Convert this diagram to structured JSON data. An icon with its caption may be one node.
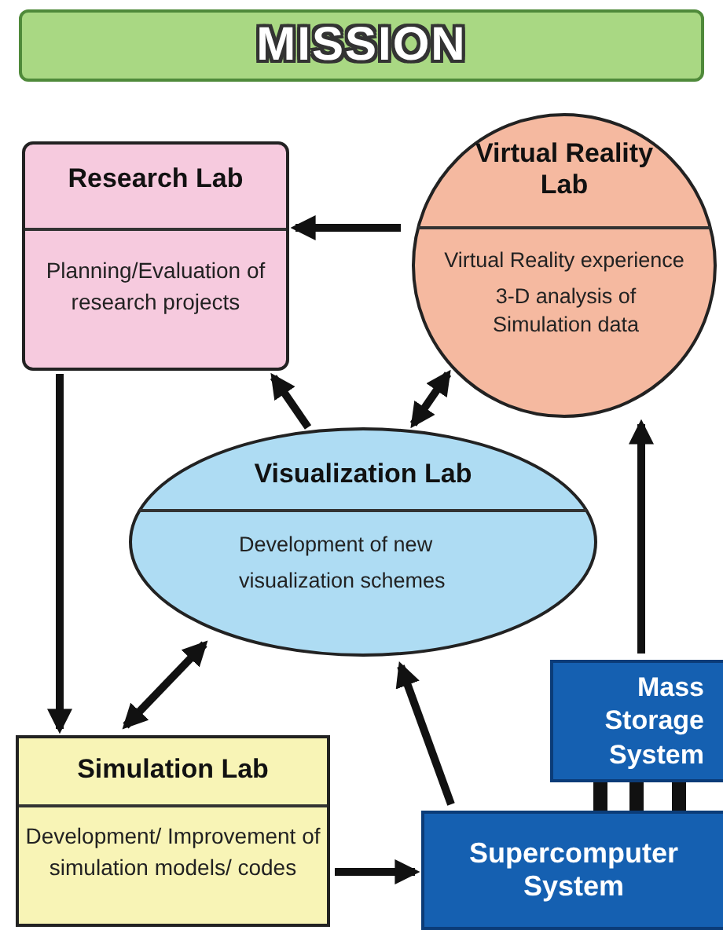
{
  "diagram": {
    "nodes": [
      {
        "text": [
          "MISSION"
        ]
      },
      {
        "text": [
          "Research Lab",
          "Planning/Evaluation of research projects"
        ]
      },
      {
        "text": [
          "Virtual Reality Lab",
          "Virtual Reality experience",
          "3-D analysis of Simulation data"
        ]
      },
      {
        "text": [
          "Visualization Lab",
          "Development of new visualization schemes"
        ]
      },
      {
        "text": [
          "Mass Storage System"
        ]
      },
      {
        "text": [
          "Simulation Lab",
          "Development/ Improvement of simulation models/ codes"
        ]
      },
      {
        "text": [
          "Supercomputer System"
        ]
      }
    ],
    "edges": [
      {
        "from": 2,
        "to": 1,
        "arrow": "to"
      },
      {
        "from": 3,
        "to": 1,
        "arrow": "to"
      },
      {
        "from": 3,
        "to": 2,
        "arrow": "both"
      },
      {
        "from": 1,
        "to": 5,
        "arrow": "to"
      },
      {
        "from": 5,
        "to": 3,
        "arrow": "both"
      },
      {
        "from": 6,
        "to": 3,
        "arrow": "to"
      },
      {
        "from": 5,
        "to": 6,
        "arrow": "to"
      },
      {
        "from": 4,
        "to": 2,
        "arrow": "to"
      },
      {
        "from": 4,
        "to": 6,
        "arrow": "none",
        "style": "thick"
      }
    ]
  }
}
